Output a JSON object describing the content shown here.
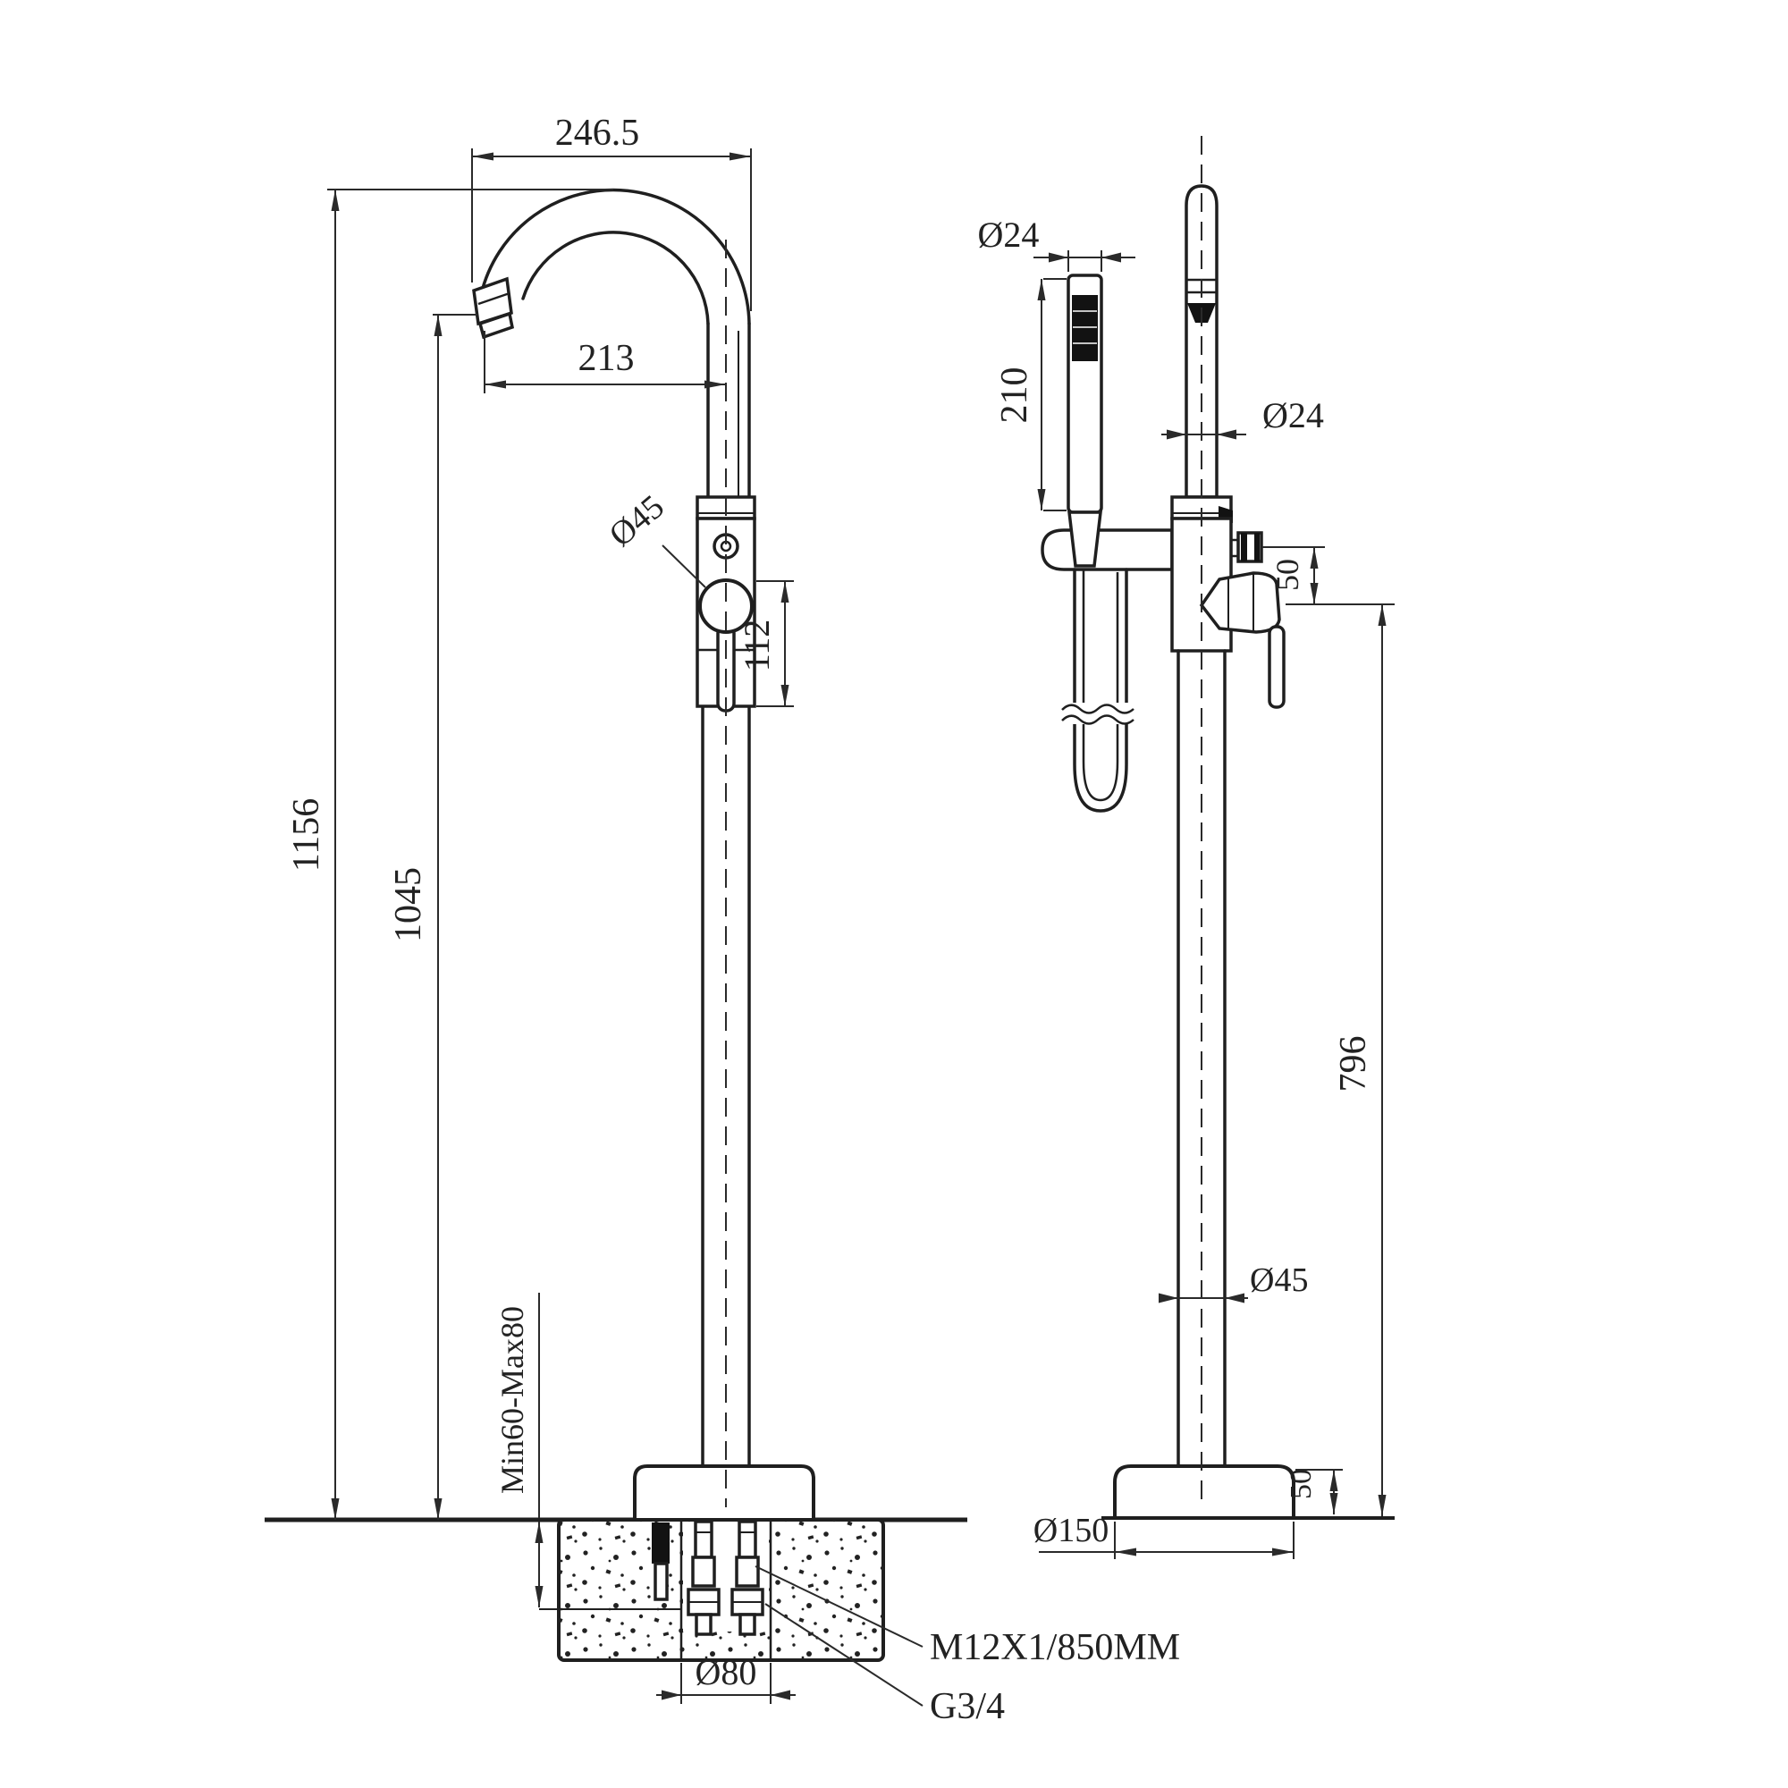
{
  "drawing": {
    "front_view": {
      "overall_reach": "246.5",
      "spout_reach": "213",
      "valve_diameter": "Ø45",
      "valve_height": "112",
      "total_height": "1156",
      "spout_height": "1045",
      "install_depth": "Min60-Max80",
      "anchor_hole_diameter": "Ø80",
      "anchor_bolt_spec": "M12X1/850MM",
      "inlet_connection": "G3/4"
    },
    "side_view": {
      "handshower_diameter": "Ø24",
      "handshower_length": "210",
      "riser_diameter": "Ø24",
      "handle_offset": "50",
      "outlet_height": "796",
      "column_diameter": "Ø45",
      "base_diameter": "Ø150",
      "base_height": "50"
    }
  }
}
